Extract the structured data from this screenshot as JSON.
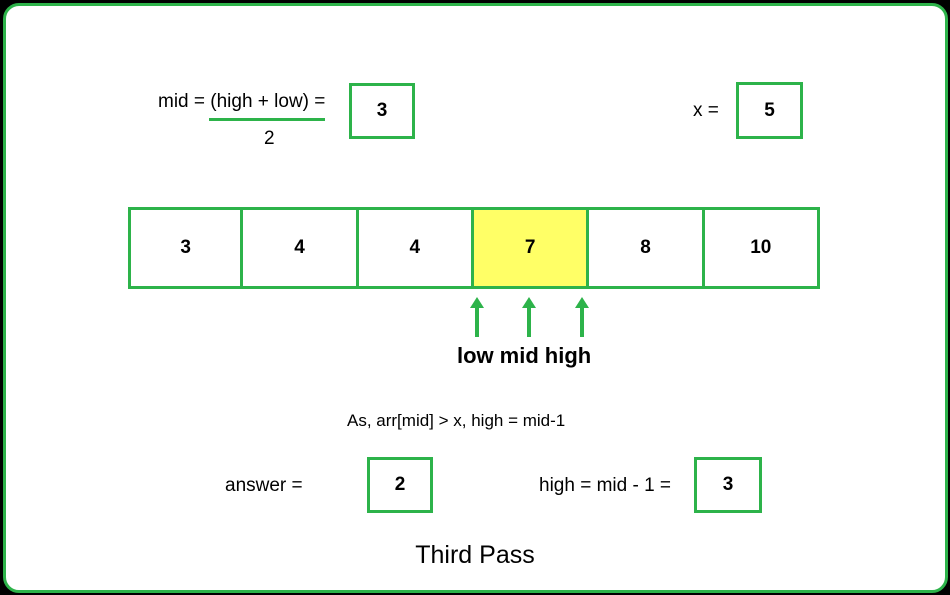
{
  "formula": {
    "numerator": "mid = (high + low) =",
    "denominator": "2",
    "result": "3"
  },
  "target": {
    "label": "x =",
    "value": "5"
  },
  "array": {
    "cells": [
      "3",
      "4",
      "4",
      "7",
      "8",
      "10"
    ],
    "highlight_index": 3,
    "highlight_color": "#ffff66"
  },
  "pointers": {
    "low": "low",
    "mid": "mid",
    "high": "high"
  },
  "condition": "As, arr[mid] > x, high = mid-1",
  "answer": {
    "label": "answer =",
    "value": "2"
  },
  "high_update": {
    "label": "high = mid - 1 =",
    "value": "3"
  },
  "caption": "Third Pass",
  "colors": {
    "accent": "#2db34a",
    "background": "#ffffff",
    "frame": "#000000"
  }
}
